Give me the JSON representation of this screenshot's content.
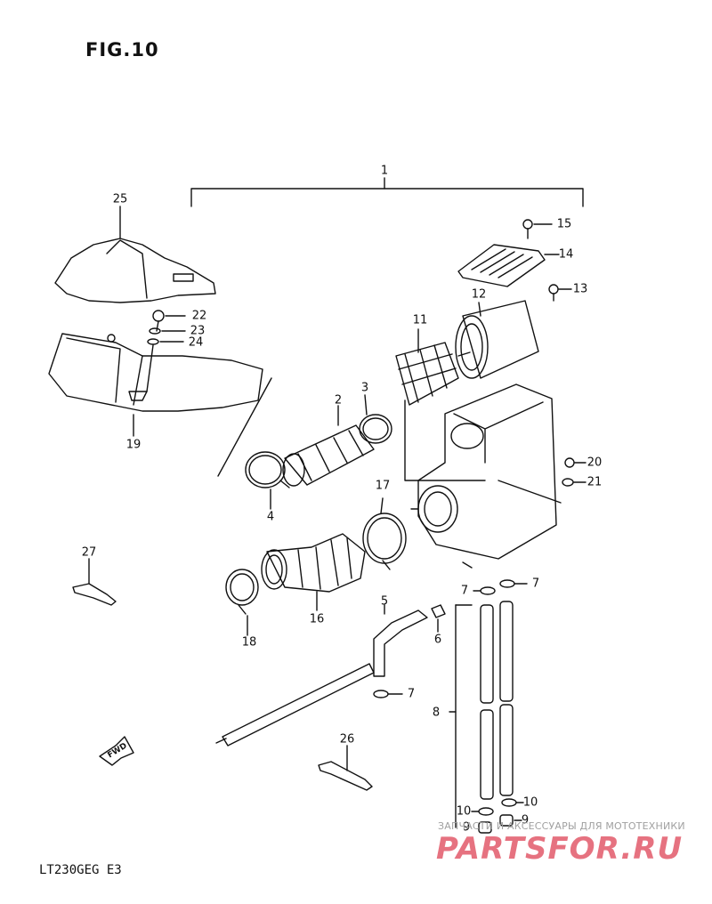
{
  "figure": {
    "title": "FIG.10",
    "model_code": "LT230GEG E3"
  },
  "fwd_arrow": {
    "text": "FWD"
  },
  "watermark": {
    "line1": "ЗАПЧАСТИ И АКСЕССУАРЫ ДЛЯ МОТОТЕХНИКИ",
    "line2": "PARTSFOR.RU",
    "color": "#e25a6a"
  },
  "callouts": [
    {
      "id": "c1",
      "text": "1"
    },
    {
      "id": "c2",
      "text": "2"
    },
    {
      "id": "c3",
      "text": "3"
    },
    {
      "id": "c4",
      "text": "4"
    },
    {
      "id": "c5",
      "text": "5"
    },
    {
      "id": "c6",
      "text": "6"
    },
    {
      "id": "c7a",
      "text": "7"
    },
    {
      "id": "c7b",
      "text": "7"
    },
    {
      "id": "c7c",
      "text": "7"
    },
    {
      "id": "c8",
      "text": "8"
    },
    {
      "id": "c9a",
      "text": "9"
    },
    {
      "id": "c9b",
      "text": "9"
    },
    {
      "id": "c10a",
      "text": "10"
    },
    {
      "id": "c10b",
      "text": "10"
    },
    {
      "id": "c11",
      "text": "11"
    },
    {
      "id": "c12",
      "text": "12"
    },
    {
      "id": "c13",
      "text": "13"
    },
    {
      "id": "c14",
      "text": "14"
    },
    {
      "id": "c15",
      "text": "15"
    },
    {
      "id": "c16",
      "text": "16"
    },
    {
      "id": "c17",
      "text": "17"
    },
    {
      "id": "c18",
      "text": "18"
    },
    {
      "id": "c19",
      "text": "19"
    },
    {
      "id": "c20",
      "text": "20"
    },
    {
      "id": "c21",
      "text": "21"
    },
    {
      "id": "c22",
      "text": "22"
    },
    {
      "id": "c23",
      "text": "23"
    },
    {
      "id": "c24",
      "text": "24"
    },
    {
      "id": "c25",
      "text": "25"
    },
    {
      "id": "c26",
      "text": "26"
    },
    {
      "id": "c27",
      "text": "27"
    }
  ]
}
